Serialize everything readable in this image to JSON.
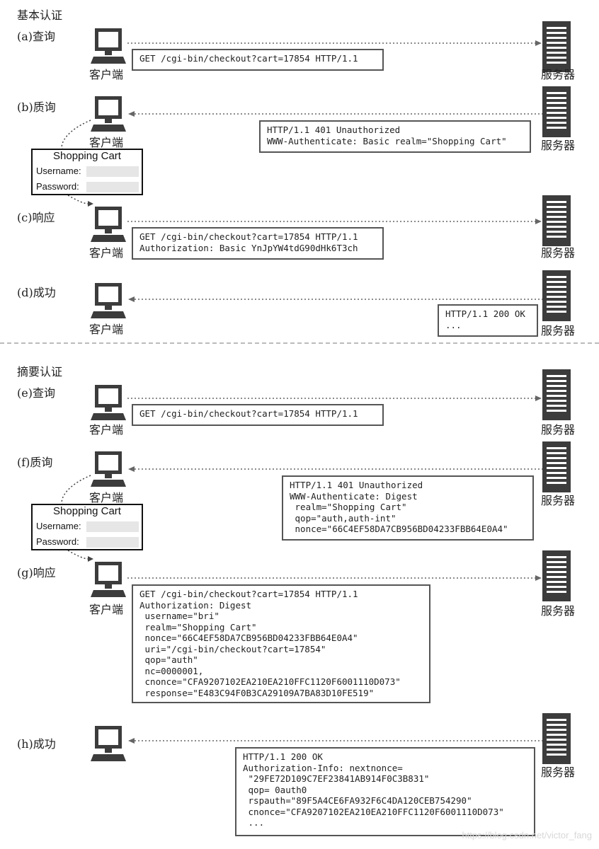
{
  "basic": {
    "title": "基本认证",
    "steps": [
      {
        "label": "(a)查询",
        "client": "客户端",
        "server": "服务器",
        "message": "GET /cgi-bin/checkout?cart=17854 HTTP/1.1"
      },
      {
        "label": "(b)质询",
        "client": "客户端",
        "server": "服务器",
        "message": "HTTP/1.1 401 Unauthorized\nWWW-Authenticate: Basic realm=\"Shopping Cart\""
      },
      {
        "label": "(c)响应",
        "client": "客户端",
        "server": "服务器",
        "message": "GET /cgi-bin/checkout?cart=17854 HTTP/1.1\nAuthorization: Basic YnJpYW4tdG90dHk6T3ch"
      },
      {
        "label": "(d)成功",
        "client": "客户端",
        "server": "服务器",
        "message": "HTTP/1.1 200 OK\n..."
      }
    ],
    "form": {
      "title": "Shopping Cart",
      "username_label": "Username:",
      "password_label": "Password:"
    }
  },
  "digest": {
    "title": "摘要认证",
    "steps": [
      {
        "label": "(e)查询",
        "client": "客户端",
        "server": "服务器",
        "message": "GET /cgi-bin/checkout?cart=17854 HTTP/1.1"
      },
      {
        "label": "(f)质询",
        "client": "客户端",
        "server": "服务器",
        "message": "HTTP/1.1 401 Unauthorized\nWWW-Authenticate: Digest\n realm=\"Shopping Cart\"\n qop=\"auth,auth-int\"\n nonce=\"66C4EF58DA7CB956BD04233FBB64E0A4\""
      },
      {
        "label": "(g)响应",
        "client": "客户端",
        "server": "服务器",
        "message": "GET /cgi-bin/checkout?cart=17854 HTTP/1.1\nAuthorization: Digest\n username=\"bri\"\n realm=\"Shopping Cart\"\n nonce=\"66C4EF58DA7CB956BD04233FBB64E0A4\"\n uri=\"/cgi-bin/checkout?cart=17854\"\n qop=\"auth\"\n nc=0000001,\n cnonce=\"CFA9207102EA210EA210FFC1120F6001110D073\"\n response=\"E483C94F0B3CA29109A7BA83D10FE519\""
      },
      {
        "label": "(h)成功",
        "client": "",
        "server": "服务器",
        "message": "HTTP/1.1 200 OK\nAuthorization-Info: nextnonce=\n \"29FE72D109C7EF23841AB914F0C3B831\"\n qop= 0auth0\n rspauth=\"89F5A4CE6FA932F6C4DA120CEB754290\"\n cnonce=\"CFA9207102EA210EA210FFC1120F6001110D073\"\n ..."
      }
    ],
    "form": {
      "title": "Shopping Cart",
      "username_label": "Username:",
      "password_label": "Password:"
    }
  },
  "watermark": "https://blog.csdn.net/victor_fang",
  "colors": {
    "arrow": "#666666",
    "box_border": "#555555",
    "icon": "#3c3c3c"
  }
}
